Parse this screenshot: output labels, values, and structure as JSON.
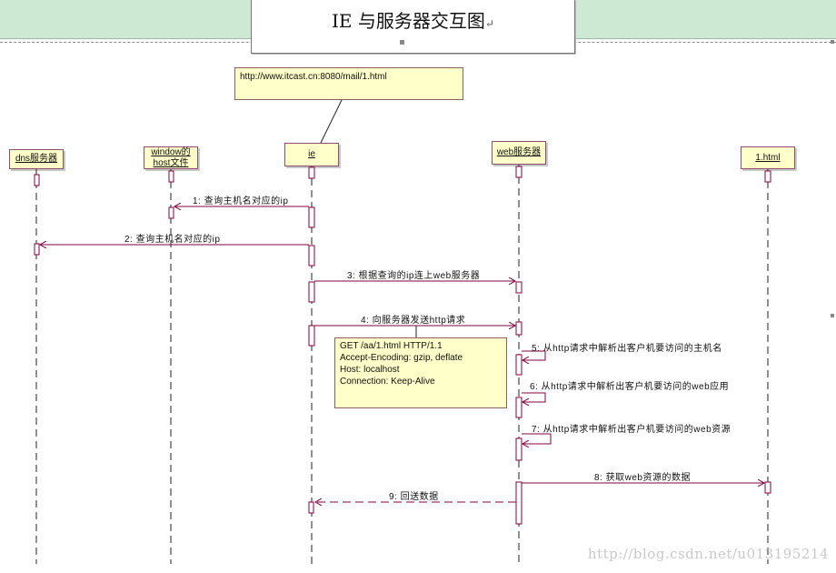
{
  "title": "IE 与服务器交互图",
  "title_mark": "↵",
  "url_note": "http://www.itcast.cn:8080/mail/1.html",
  "actors": [
    {
      "id": "dns",
      "label": "dns服务器"
    },
    {
      "id": "host",
      "label": "window的host文件"
    },
    {
      "id": "ie",
      "label": "ie"
    },
    {
      "id": "web",
      "label": "web服务器"
    },
    {
      "id": "html",
      "label": "1.html"
    }
  ],
  "messages": [
    {
      "label": "1: 查询主机名对应的ip"
    },
    {
      "label": "2: 查询主机名对应的ip"
    },
    {
      "label": "3: 根据查询的ip连上web服务器"
    },
    {
      "label": "4: 向服务器发送http请求"
    },
    {
      "label": "5: 从http请求中解析出客户机要访问的主机名"
    },
    {
      "label": "6: 从http请求中解析出客户机要访问的web应用"
    },
    {
      "label": "7: 从http请求中解析出客户机要访问的web资源"
    },
    {
      "label": "8: 获取web资源的数据"
    },
    {
      "label": "9: 回送数据"
    }
  ],
  "request_note": {
    "lines": [
      "GET /aa/1.html HTTP/1.1",
      "Accept-Encoding: gzip, deflate",
      "Host: localhost",
      "Connection: Keep-Alive"
    ]
  },
  "watermark": "http://blog.csdn.net/u013195214",
  "colors": {
    "lifeline": "#222222",
    "message": "#800040",
    "note_fill": "#ffffc9",
    "band": "#cde9d4"
  }
}
